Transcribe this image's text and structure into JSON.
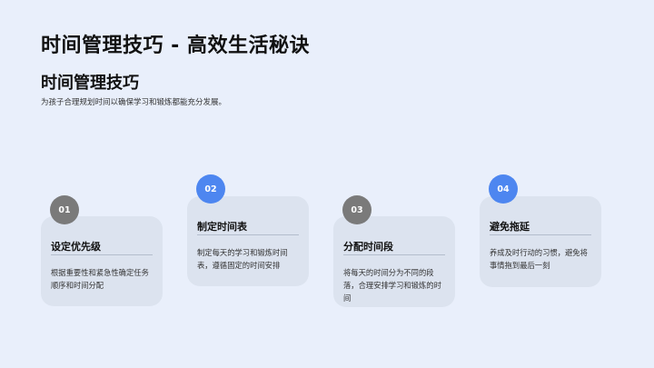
{
  "header": {
    "title": "时间管理技巧 - 高效生活秘诀",
    "section_title": "时间管理技巧",
    "subtitle": "为孩子合理规划时间以确保学习和锻炼都能充分发展。"
  },
  "colors": {
    "background": "#e9effb",
    "card": "#dce3ef",
    "badge_gray": "#7a7a7a",
    "badge_blue": "#4d86f0"
  },
  "steps": [
    {
      "number": "01",
      "title": "设定优先级",
      "text": "根据重要性和紧急性确定任务顺序和时间分配",
      "badge_color": "#7a7a7a"
    },
    {
      "number": "02",
      "title": "制定时间表",
      "text": "制定每天的学习和锻炼时间表，遵循固定的时间安排",
      "badge_color": "#4d86f0"
    },
    {
      "number": "03",
      "title": "分配时间段",
      "text": "将每天的时间分为不同的段落，合理安排学习和锻炼的时间",
      "badge_color": "#7a7a7a"
    },
    {
      "number": "04",
      "title": "避免拖延",
      "text": "养成及时行动的习惯，避免将事情拖到最后一刻",
      "badge_color": "#4d86f0"
    }
  ]
}
